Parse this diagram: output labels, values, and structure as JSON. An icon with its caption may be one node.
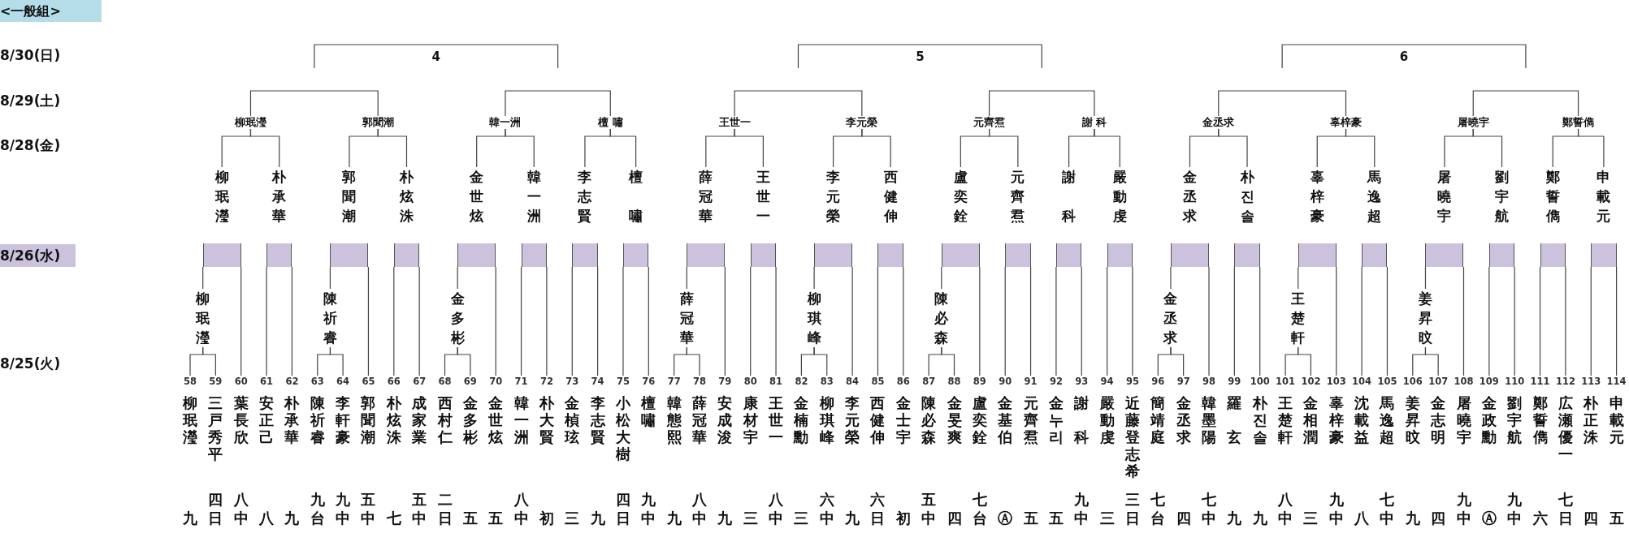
{
  "diagram": {
    "title": "<一般組>",
    "nodes": [
      {
        "text": [
          "柳珉瀅"
        ]
      },
      {
        "text": [
          "郭聞潮"
        ]
      },
      {
        "text": [
          "韓一洲"
        ]
      },
      {
        "text": [
          "檀 嘯"
        ]
      },
      {
        "text": [
          "王世一"
        ]
      },
      {
        "text": [
          "李元榮"
        ]
      },
      {
        "text": [
          "元齊焄"
        ]
      },
      {
        "text": [
          "謝 科"
        ]
      },
      {
        "text": [
          "金丞求"
        ]
      },
      {
        "text": [
          "辜梓豪"
        ]
      },
      {
        "text": [
          "屠曉宇"
        ]
      },
      {
        "text": [
          "鄭誓儁"
        ]
      },
      {
        "text": [
          "柳珉瀅"
        ]
      },
      {
        "text": [
          "朴承華"
        ]
      },
      {
        "text": [
          "郭聞潮"
        ]
      },
      {
        "text": [
          "朴炫洙"
        ]
      },
      {
        "text": [
          "金世炫"
        ]
      },
      {
        "text": [
          "韓一洲"
        ]
      },
      {
        "text": [
          "李志賢"
        ]
      },
      {
        "text": [
          "檀嘯"
        ]
      },
      {
        "text": [
          "薛冠華"
        ]
      },
      {
        "text": [
          "王世一"
        ]
      },
      {
        "text": [
          "李元榮"
        ]
      },
      {
        "text": [
          "西健伸"
        ]
      },
      {
        "text": [
          "盧奕銓"
        ]
      },
      {
        "text": [
          "元齊焄"
        ]
      },
      {
        "text": [
          "謝科"
        ]
      },
      {
        "text": [
          "嚴動虔"
        ]
      },
      {
        "text": [
          "金丞求"
        ]
      },
      {
        "text": [
          "朴진솔"
        ]
      },
      {
        "text": [
          "辜梓豪"
        ]
      },
      {
        "text": [
          "馬逸超"
        ]
      },
      {
        "text": [
          "屠曉宇"
        ]
      },
      {
        "text": [
          "劉宇航"
        ]
      },
      {
        "text": [
          "鄭誓儁"
        ]
      },
      {
        "text": [
          "申載元"
        ]
      },
      {
        "text": [],
        "shape": "box"
      },
      {
        "text": [],
        "shape": "box"
      },
      {
        "text": [],
        "shape": "box"
      },
      {
        "text": [],
        "shape": "box"
      },
      {
        "text": [],
        "shape": "box"
      },
      {
        "text": [],
        "shape": "box"
      },
      {
        "text": [],
        "shape": "box"
      },
      {
        "text": [],
        "shape": "box"
      },
      {
        "text": [],
        "shape": "box"
      },
      {
        "text": [],
        "shape": "box"
      },
      {
        "text": [],
        "shape": "box"
      },
      {
        "text": [],
        "shape": "box"
      },
      {
        "text": [],
        "shape": "box"
      },
      {
        "text": [],
        "shape": "box"
      },
      {
        "text": [],
        "shape": "box"
      },
      {
        "text": [],
        "shape": "box"
      },
      {
        "text": [],
        "shape": "box"
      },
      {
        "text": [],
        "shape": "box"
      },
      {
        "text": [],
        "shape": "box"
      },
      {
        "text": [],
        "shape": "box"
      },
      {
        "text": [],
        "shape": "box"
      },
      {
        "text": [],
        "shape": "box"
      },
      {
        "text": [],
        "shape": "box"
      },
      {
        "text": [],
        "shape": "box"
      },
      {
        "text": [
          "柳珉瀅"
        ]
      },
      {
        "text": [
          "陳祈睿"
        ]
      },
      {
        "text": [
          "金多彬"
        ]
      },
      {
        "text": [
          "薛冠華"
        ]
      },
      {
        "text": [
          "柳琪峰"
        ]
      },
      {
        "text": [
          "陳必森"
        ]
      },
      {
        "text": [
          "金丞求"
        ]
      },
      {
        "text": [
          "王楚軒"
        ]
      },
      {
        "text": [
          "姜昇旼"
        ]
      },
      {
        "text": [
          "58",
          "柳珉瀅",
          "九"
        ]
      },
      {
        "text": [
          "59",
          "三戸秀平",
          "四日"
        ]
      },
      {
        "text": [
          "60",
          "葉長欣",
          "八中"
        ]
      },
      {
        "text": [
          "61",
          "安正己",
          "八"
        ]
      },
      {
        "text": [
          "62",
          "朴承華",
          "九"
        ]
      },
      {
        "text": [
          "63",
          "陳祈睿",
          "九台"
        ]
      },
      {
        "text": [
          "64",
          "李軒豪",
          "九中"
        ]
      },
      {
        "text": [
          "65",
          "郭聞潮",
          "五中"
        ]
      },
      {
        "text": [
          "66",
          "朴炫洙",
          "七"
        ]
      },
      {
        "text": [
          "67",
          "成家業",
          "五中"
        ]
      },
      {
        "text": [
          "68",
          "西村仁",
          "二日"
        ]
      },
      {
        "text": [
          "69",
          "金多彬",
          "五"
        ]
      },
      {
        "text": [
          "70",
          "金世炫",
          "五"
        ]
      },
      {
        "text": [
          "71",
          "韓一洲",
          "八中"
        ]
      },
      {
        "text": [
          "72",
          "朴大賢",
          "初"
        ]
      },
      {
        "text": [
          "73",
          "金楨玹",
          "三"
        ]
      },
      {
        "text": [
          "74",
          "李志賢",
          "九"
        ]
      },
      {
        "text": [
          "75",
          "小松大樹",
          "四日"
        ]
      },
      {
        "text": [
          "76",
          "檀嘯",
          "九中"
        ]
      },
      {
        "text": [
          "77",
          "韓態熙",
          "九"
        ]
      },
      {
        "text": [
          "78",
          "薛冠華",
          "八中"
        ]
      },
      {
        "text": [
          "79",
          "安成浚",
          "九"
        ]
      },
      {
        "text": [
          "80",
          "康材宇",
          "三"
        ]
      },
      {
        "text": [
          "81",
          "王世一",
          "八中"
        ]
      },
      {
        "text": [
          "82",
          "金楠勳",
          "三"
        ]
      },
      {
        "text": [
          "83",
          "柳琪峰",
          "六中"
        ]
      },
      {
        "text": [
          "84",
          "李元榮",
          "九"
        ]
      },
      {
        "text": [
          "85",
          "西健伸",
          "六日"
        ]
      },
      {
        "text": [
          "86",
          "金士宇",
          "初"
        ]
      },
      {
        "text": [
          "87",
          "陳必森",
          "五中"
        ]
      },
      {
        "text": [
          "88",
          "金旻爽",
          "四"
        ]
      },
      {
        "text": [
          "89",
          "盧奕銓",
          "七台"
        ]
      },
      {
        "text": [
          "90",
          "金基伯",
          "Ⓐ"
        ]
      },
      {
        "text": [
          "91",
          "元齊焄",
          "五"
        ]
      },
      {
        "text": [
          "92",
          "金누리",
          "五"
        ]
      },
      {
        "text": [
          "93",
          "謝科",
          "九中"
        ]
      },
      {
        "text": [
          "94",
          "嚴動虔",
          "三"
        ]
      },
      {
        "text": [
          "95",
          "近藤登志希",
          "三日"
        ]
      },
      {
        "text": [
          "96",
          "簡靖庭",
          "七台"
        ]
      },
      {
        "text": [
          "97",
          "金丞求",
          "四"
        ]
      },
      {
        "text": [
          "98",
          "韓墨陽",
          "七中"
        ]
      },
      {
        "text": [
          "99",
          "羅玄",
          "九"
        ]
      },
      {
        "text": [
          "100",
          "朴진솔",
          "九"
        ]
      },
      {
        "text": [
          "101",
          "王楚軒",
          "八中"
        ]
      },
      {
        "text": [
          "102",
          "金相潤",
          "三"
        ]
      },
      {
        "text": [
          "103",
          "辜梓豪",
          "九中"
        ]
      },
      {
        "text": [
          "104",
          "沈載益",
          "八"
        ]
      },
      {
        "text": [
          "105",
          "馬逸超",
          "七中"
        ]
      },
      {
        "text": [
          "106",
          "姜昇旼",
          "九"
        ]
      },
      {
        "text": [
          "107",
          "金志明",
          "四"
        ]
      },
      {
        "text": [
          "108",
          "屠曉宇",
          "九中"
        ]
      },
      {
        "text": [
          "109",
          "金政勳",
          "Ⓐ"
        ]
      },
      {
        "text": [
          "110",
          "劉宇航",
          "九中"
        ]
      },
      {
        "text": [
          "111",
          "鄭誓儁",
          "六"
        ]
      },
      {
        "text": [
          "112",
          "広瀬優一",
          "七日"
        ]
      },
      {
        "text": [
          "113",
          "朴正洙",
          "四"
        ]
      },
      {
        "text": [
          "114",
          "申載元",
          "五"
        ]
      }
    ],
    "edges": [
      {
        "from": 0,
        "to": 1,
        "arrow": "none"
      },
      {
        "from": 2,
        "to": 3,
        "arrow": "none"
      },
      {
        "from": 4,
        "to": 5,
        "arrow": "none"
      },
      {
        "from": 6,
        "to": 7,
        "arrow": "none"
      },
      {
        "from": 8,
        "to": 9,
        "arrow": "none"
      },
      {
        "from": 10,
        "to": 11,
        "arrow": "none"
      },
      {
        "from": 12,
        "to": 0,
        "arrow": "none"
      },
      {
        "from": 13,
        "to": 0,
        "arrow": "none"
      },
      {
        "from": 14,
        "to": 1,
        "arrow": "none"
      },
      {
        "from": 15,
        "to": 1,
        "arrow": "none"
      },
      {
        "from": 16,
        "to": 2,
        "arrow": "none"
      },
      {
        "from": 17,
        "to": 2,
        "arrow": "none"
      },
      {
        "from": 18,
        "to": 3,
        "arrow": "none"
      },
      {
        "from": 19,
        "to": 3,
        "arrow": "none"
      },
      {
        "from": 20,
        "to": 4,
        "arrow": "none"
      },
      {
        "from": 21,
        "to": 4,
        "arrow": "none"
      },
      {
        "from": 22,
        "to": 5,
        "arrow": "none"
      },
      {
        "from": 23,
        "to": 5,
        "arrow": "none"
      },
      {
        "from": 24,
        "to": 6,
        "arrow": "none"
      },
      {
        "from": 25,
        "to": 6,
        "arrow": "none"
      },
      {
        "from": 26,
        "to": 7,
        "arrow": "none"
      },
      {
        "from": 27,
        "to": 7,
        "arrow": "none"
      },
      {
        "from": 28,
        "to": 8,
        "arrow": "none"
      },
      {
        "from": 29,
        "to": 8,
        "arrow": "none"
      },
      {
        "from": 30,
        "to": 9,
        "arrow": "none"
      },
      {
        "from": 31,
        "to": 9,
        "arrow": "none"
      },
      {
        "from": 32,
        "to": 10,
        "arrow": "none"
      },
      {
        "from": 33,
        "to": 10,
        "arrow": "none"
      },
      {
        "from": 34,
        "to": 11,
        "arrow": "none"
      },
      {
        "from": 35,
        "to": 11,
        "arrow": "none"
      },
      {
        "from": 60,
        "to": 36,
        "arrow": "none"
      },
      {
        "from": 71,
        "to": 36,
        "arrow": "none"
      },
      {
        "from": 72,
        "to": 37,
        "arrow": "none"
      },
      {
        "from": 73,
        "to": 37,
        "arrow": "none"
      },
      {
        "from": 61,
        "to": 38,
        "arrow": "none"
      },
      {
        "from": 76,
        "to": 38,
        "arrow": "none"
      },
      {
        "from": 77,
        "to": 39,
        "arrow": "none"
      },
      {
        "from": 78,
        "to": 39,
        "arrow": "none"
      },
      {
        "from": 62,
        "to": 40,
        "arrow": "none"
      },
      {
        "from": 81,
        "to": 40,
        "arrow": "none"
      },
      {
        "from": 82,
        "to": 41,
        "arrow": "none"
      },
      {
        "from": 83,
        "to": 41,
        "arrow": "none"
      },
      {
        "from": 84,
        "to": 42,
        "arrow": "none"
      },
      {
        "from": 85,
        "to": 42,
        "arrow": "none"
      },
      {
        "from": 86,
        "to": 43,
        "arrow": "none"
      },
      {
        "from": 87,
        "to": 43,
        "arrow": "none"
      },
      {
        "from": 63,
        "to": 44,
        "arrow": "none"
      },
      {
        "from": 90,
        "to": 44,
        "arrow": "none"
      },
      {
        "from": 91,
        "to": 45,
        "arrow": "none"
      },
      {
        "from": 92,
        "to": 45,
        "arrow": "none"
      },
      {
        "from": 64,
        "to": 46,
        "arrow": "none"
      },
      {
        "from": 95,
        "to": 46,
        "arrow": "none"
      },
      {
        "from": 96,
        "to": 47,
        "arrow": "none"
      },
      {
        "from": 97,
        "to": 47,
        "arrow": "none"
      },
      {
        "from": 65,
        "to": 48,
        "arrow": "none"
      },
      {
        "from": 100,
        "to": 48,
        "arrow": "none"
      },
      {
        "from": 101,
        "to": 49,
        "arrow": "none"
      },
      {
        "from": 102,
        "to": 49,
        "arrow": "none"
      },
      {
        "from": 103,
        "to": 50,
        "arrow": "none"
      },
      {
        "from": 104,
        "to": 50,
        "arrow": "none"
      },
      {
        "from": 105,
        "to": 51,
        "arrow": "none"
      },
      {
        "from": 106,
        "to": 51,
        "arrow": "none"
      },
      {
        "from": 66,
        "to": 52,
        "arrow": "none"
      },
      {
        "from": 109,
        "to": 52,
        "arrow": "none"
      },
      {
        "from": 110,
        "to": 53,
        "arrow": "none"
      },
      {
        "from": 111,
        "to": 53,
        "arrow": "none"
      },
      {
        "from": 67,
        "to": 54,
        "arrow": "none"
      },
      {
        "from": 114,
        "to": 54,
        "arrow": "none"
      },
      {
        "from": 115,
        "to": 55,
        "arrow": "none"
      },
      {
        "from": 116,
        "to": 55,
        "arrow": "none"
      },
      {
        "from": 68,
        "to": 56,
        "arrow": "none"
      },
      {
        "from": 119,
        "to": 56,
        "arrow": "none"
      },
      {
        "from": 120,
        "to": 57,
        "arrow": "none"
      },
      {
        "from": 121,
        "to": 57,
        "arrow": "none"
      },
      {
        "from": 122,
        "to": 58,
        "arrow": "none"
      },
      {
        "from": 123,
        "to": 58,
        "arrow": "none"
      },
      {
        "from": 124,
        "to": 59,
        "arrow": "none"
      },
      {
        "from": 125,
        "to": 59,
        "arrow": "none"
      },
      {
        "from": 69,
        "to": 60,
        "arrow": "none"
      },
      {
        "from": 70,
        "to": 60,
        "arrow": "none"
      },
      {
        "from": 74,
        "to": 61,
        "arrow": "none"
      },
      {
        "from": 75,
        "to": 61,
        "arrow": "none"
      },
      {
        "from": 79,
        "to": 62,
        "arrow": "none"
      },
      {
        "from": 80,
        "to": 62,
        "arrow": "none"
      },
      {
        "from": 88,
        "to": 63,
        "arrow": "none"
      },
      {
        "from": 89,
        "to": 63,
        "arrow": "none"
      },
      {
        "from": 93,
        "to": 64,
        "arrow": "none"
      },
      {
        "from": 94,
        "to": 64,
        "arrow": "none"
      },
      {
        "from": 98,
        "to": 65,
        "arrow": "none"
      },
      {
        "from": 99,
        "to": 65,
        "arrow": "none"
      },
      {
        "from": 107,
        "to": 66,
        "arrow": "none"
      },
      {
        "from": 108,
        "to": 66,
        "arrow": "none"
      },
      {
        "from": 112,
        "to": 67,
        "arrow": "none"
      },
      {
        "from": 113,
        "to": 67,
        "arrow": "none"
      },
      {
        "from": 117,
        "to": 68,
        "arrow": "none"
      },
      {
        "from": 118,
        "to": 68,
        "arrow": "none"
      }
    ],
    "labels": [
      "8/30(日)",
      "4",
      "5",
      "6",
      "8/29(土)",
      "8/28(金)",
      "8/26(水)",
      "8/25(火)"
    ]
  }
}
